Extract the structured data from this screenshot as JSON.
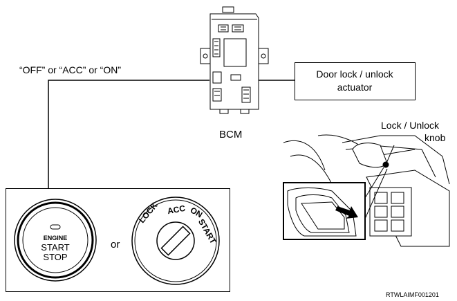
{
  "signal_label": "“OFF” or “ACC” or “ON”",
  "bcm_label": "BCM",
  "actuator_label_line1": "Door lock / unlock",
  "actuator_label_line2": "actuator",
  "knob_label_line1": "Lock / Unlock",
  "knob_label_line2": "knob",
  "start_button": {
    "line1": "ENGINE",
    "line2": "START",
    "line3": "STOP"
  },
  "or_label": "or",
  "ignition": {
    "lock": "LOCK",
    "acc": "ACC",
    "on": "ON",
    "start": "START"
  },
  "figure_code": "RTWLAIMF001201"
}
